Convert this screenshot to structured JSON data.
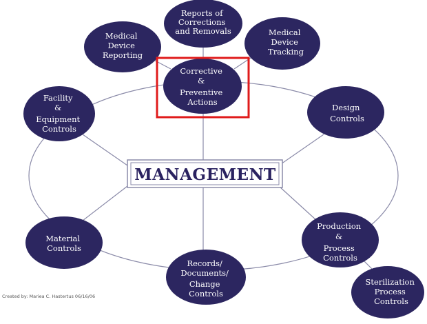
{
  "center": {
    "label": "MANAGEMENT"
  },
  "nodes": [
    {
      "id": "reports-corrections",
      "lines": [
        "Reports of",
        "Corrections",
        "and Removals"
      ]
    },
    {
      "id": "medical-device-reporting",
      "lines": [
        "Medical",
        "Device",
        "Reporting"
      ]
    },
    {
      "id": "medical-device-tracking",
      "lines": [
        "Medical",
        "Device",
        "Tracking"
      ]
    },
    {
      "id": "capa",
      "lines": [
        "Corrective",
        "&",
        "Preventive",
        "Actions"
      ]
    },
    {
      "id": "facility-equipment",
      "lines": [
        "Facility",
        "&",
        "Equipment",
        "Controls"
      ]
    },
    {
      "id": "design-controls",
      "lines": [
        "Design",
        "Controls"
      ]
    },
    {
      "id": "material-controls",
      "lines": [
        "Material",
        "Controls"
      ]
    },
    {
      "id": "production-process",
      "lines": [
        "Production",
        "&",
        "Process",
        "Controls"
      ]
    },
    {
      "id": "records-documents",
      "lines": [
        "Records/",
        "Documents/",
        "Change",
        "Controls"
      ]
    },
    {
      "id": "sterilization",
      "lines": [
        "Sterilization",
        "Process",
        "Controls"
      ]
    }
  ],
  "credit": "Created by: Mariea C. Hastertus 06/16/06",
  "colors": {
    "node_fill": "#2c2660",
    "line": "#8a8aa8",
    "highlight": "#e01b1b",
    "center_text": "#2a2260"
  }
}
